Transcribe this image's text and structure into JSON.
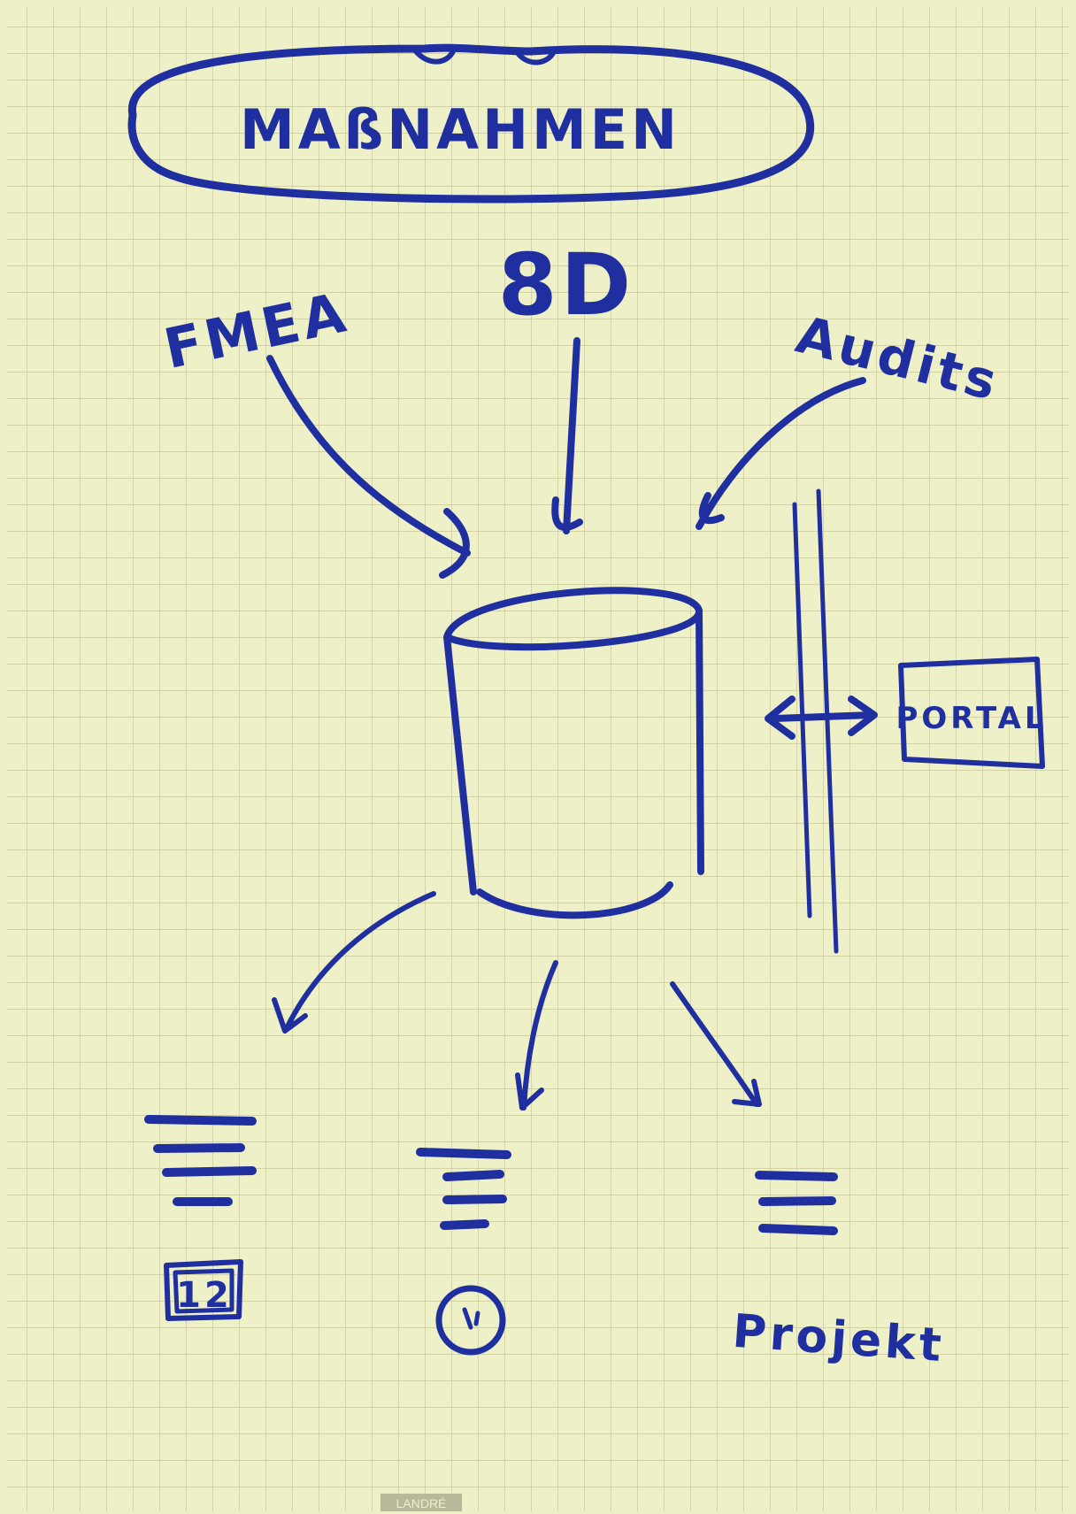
{
  "colors": {
    "paper": "#eef0c8",
    "grid": "#c9c79a",
    "ink": "#1f2fa0",
    "footer": "#9a9a7a"
  },
  "title": "MAßNAHMEN",
  "inputs": {
    "fmea": "FMEA",
    "eight_d": "8D",
    "audits": "Audits"
  },
  "center": {
    "shape": "database-cylinder"
  },
  "portal": {
    "label": "PORTAL"
  },
  "outputs": {
    "calendar": {
      "icon": "calendar-icon",
      "number": "12"
    },
    "person": {
      "icon": "person-face-icon"
    },
    "project": {
      "label": "Projekt"
    }
  },
  "footer": {
    "brand": "LANDRÉ"
  }
}
